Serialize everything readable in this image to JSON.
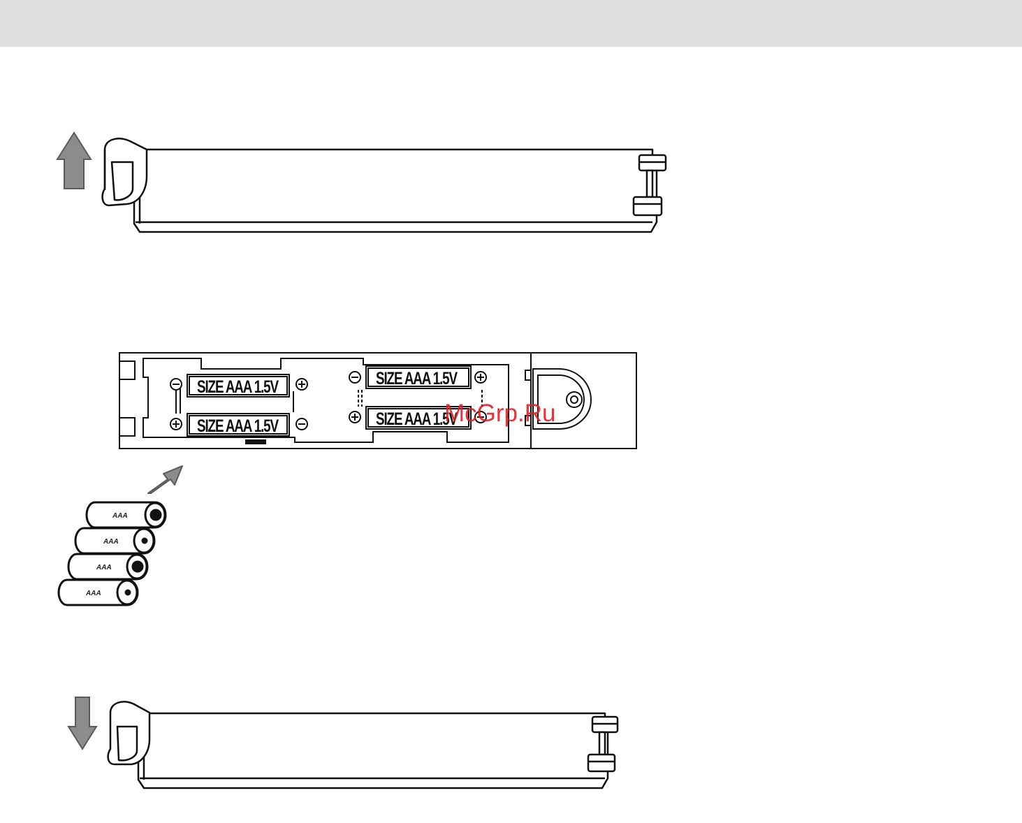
{
  "compartment": {
    "cell_labels": [
      "SIZE  AAA  1.5V",
      "SIZE  AAA  1.5V",
      "SIZE  AAA  1.5V",
      "SIZE  AAA  1.5V"
    ]
  },
  "batteries": {
    "labels": [
      "AAA",
      "AAA",
      "AAA",
      "AAA"
    ]
  },
  "watermark": {
    "text": "McGrp.Ru"
  },
  "colors": {
    "arrow_fill": "#8c8c8c",
    "watermark": "#e21e26",
    "header_bar": "#e0e0e0"
  },
  "icons": {
    "step1": "arrow-up-icon",
    "step2": "arrow-diagonal-icon",
    "step3": "arrow-down-icon"
  }
}
